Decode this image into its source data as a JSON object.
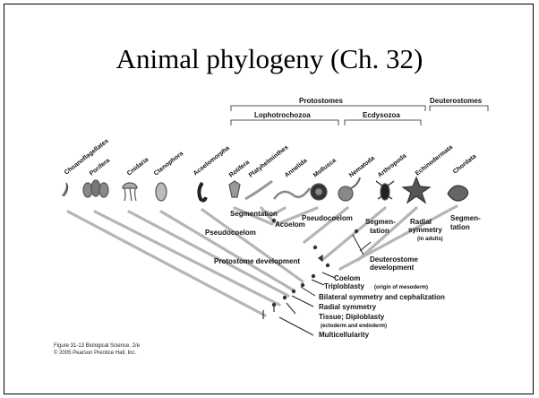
{
  "slide": {
    "title": "Animal phylogeny (Ch. 32)",
    "credit_line1": "Figure 31-13  Biological Science, 2/e",
    "credit_line2": "© 2005 Pearson Prentice Hall, Inc."
  },
  "figure": {
    "groups": {
      "protostomes": "Protostomes",
      "deuterostomes": "Deuterostomes",
      "lophotrochozoa": "Lophotrochozoa",
      "ecdysozoa": "Ecdysozoa"
    },
    "taxa": [
      "Choanoflagellates",
      "Porifera",
      "Cnidaria",
      "Ctenophora",
      "Acoelomorpha",
      "Rotifera",
      "Platyhelminthes",
      "Annelida",
      "Mollusca",
      "Nematoda",
      "Arthropoda",
      "Echinodermata",
      "Chordata"
    ],
    "traits": {
      "segmentation_1": "Segmentation",
      "acoelom": "Acoelom",
      "pseudocoelom_1": "Pseudocoelom",
      "pseudocoelom_2": "Pseudocoelom",
      "segmentation_2a": "Segmen-",
      "segmentation_2b": "tation",
      "radial_adult_a": "Radial",
      "radial_adult_b": "symmetry",
      "radial_adult_c": "(in adults)",
      "segmentation_3a": "Segmen-",
      "segmentation_3b": "tation",
      "protostome_dev": "Protostome development",
      "deuterostome_dev_a": "Deuterostome",
      "deuterostome_dev_b": "development",
      "coelom": "Coelom",
      "triploblasty": "Triploblasty",
      "triploblasty_note": "(origin of mesoderm)",
      "bilateral": "Bilateral symmetry and cephalization",
      "radial": "Radial symmetry",
      "tissue": "Tissue; Diploblasty",
      "tissue_note": "(ectoderm and endoderm)",
      "multicellularity": "Multicellularity"
    }
  },
  "colors": {
    "lineage": "#b5b5b5",
    "trait_line": "#444444",
    "text": "#111111"
  }
}
